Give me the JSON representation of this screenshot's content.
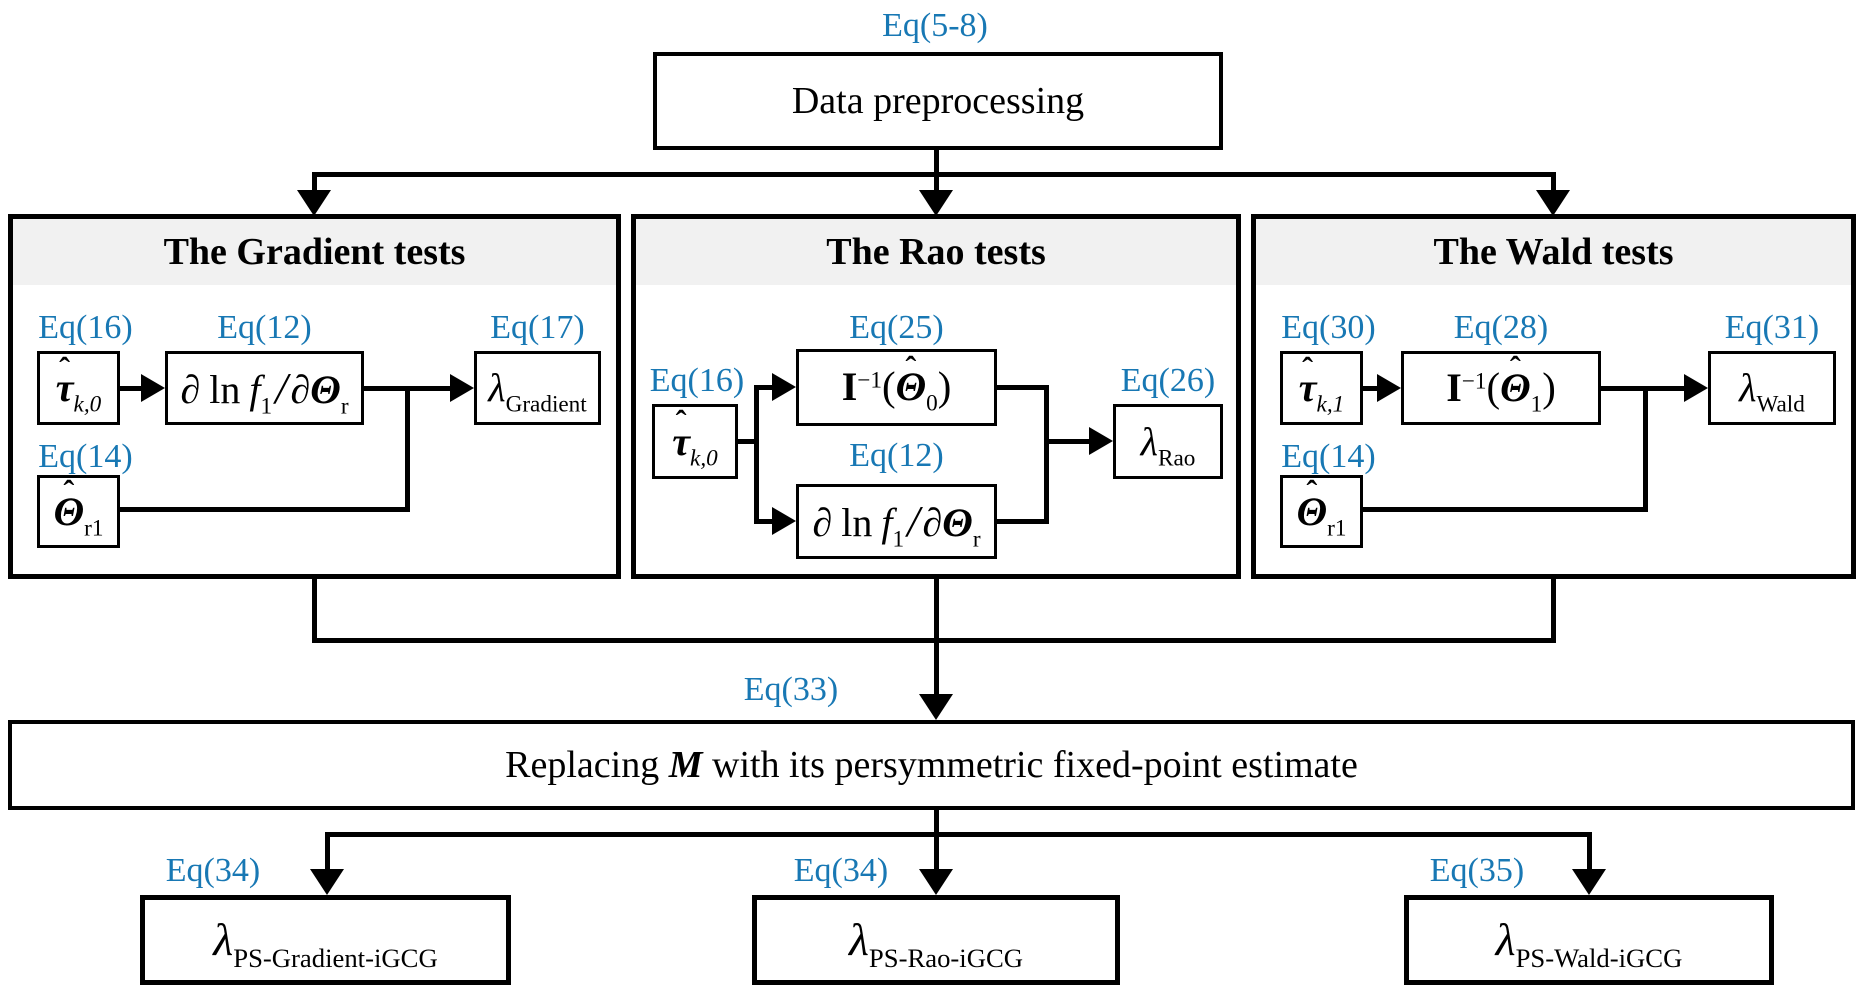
{
  "meta": {
    "accent_color": "#1878b4",
    "panel_header_color": "#f1f1f1",
    "line_color": "#000000"
  },
  "top": {
    "eq": "Eq(5-8)",
    "title": "Data preprocessing"
  },
  "gradient": {
    "title": "The Gradient tests",
    "eq_tau": "Eq(16)",
    "tau": "τ",
    "tau_hat": "ˆ",
    "tau_sub": "k,0",
    "eq_grad": "Eq(12)",
    "grad_d1": "∂",
    "grad_ln": "ln",
    "grad_f": "f",
    "grad_f_sub": "1",
    "grad_slash": "/",
    "grad_d2": "∂",
    "grad_theta": "Θ",
    "grad_theta_sub": "r",
    "eq_lam": "Eq(17)",
    "lam": "λ",
    "lam_sub": "Gradient",
    "eq_theta": "Eq(14)",
    "theta": "Θ",
    "theta_hat": "ˆ",
    "theta_sub": "r1"
  },
  "rao": {
    "title": "The Rao tests",
    "eq_tau": "Eq(16)",
    "tau": "τ",
    "tau_hat": "ˆ",
    "tau_sub": "k,0",
    "eq_inv": "Eq(25)",
    "inv_I": "I",
    "inv_sup": "−1",
    "inv_open": "(",
    "inv_theta": "Θ",
    "inv_theta_hat": "ˆ",
    "inv_sub": "0",
    "inv_close": ")",
    "eq_grad": "Eq(12)",
    "grad_d1": "∂",
    "grad_ln": "ln",
    "grad_f": "f",
    "grad_f_sub": "1",
    "grad_slash": "/",
    "grad_d2": "∂",
    "grad_theta": "Θ",
    "grad_theta_sub": "r",
    "eq_lam": "Eq(26)",
    "lam": "λ",
    "lam_sub": "Rao"
  },
  "wald": {
    "title": "The Wald tests",
    "eq_tau": "Eq(30)",
    "tau": "τ",
    "tau_hat": "ˆ",
    "tau_sub": "k,1",
    "eq_inv": "Eq(28)",
    "inv_I": "I",
    "inv_sup": "−1",
    "inv_open": "(",
    "inv_theta": "Θ",
    "inv_theta_hat": "ˆ",
    "inv_sub": "1",
    "inv_close": ")",
    "eq_lam": "Eq(31)",
    "lam": "λ",
    "lam_sub": "Wald",
    "eq_theta": "Eq(14)",
    "theta": "Θ",
    "theta_hat": "ˆ",
    "theta_sub": "r1"
  },
  "merge": {
    "eq": "Eq(33)"
  },
  "replace": {
    "pre": "Replacing ",
    "m": "M",
    "post": " with its persymmetric fixed-point estimate"
  },
  "outputs": [
    {
      "eq": "Eq(34)",
      "lam": "λ",
      "sub": "PS-Gradient-iGCG"
    },
    {
      "eq": "Eq(34)",
      "lam": "λ",
      "sub": "PS-Rao-iGCG"
    },
    {
      "eq": "Eq(35)",
      "lam": "λ",
      "sub": "PS-Wald-iGCG"
    }
  ]
}
